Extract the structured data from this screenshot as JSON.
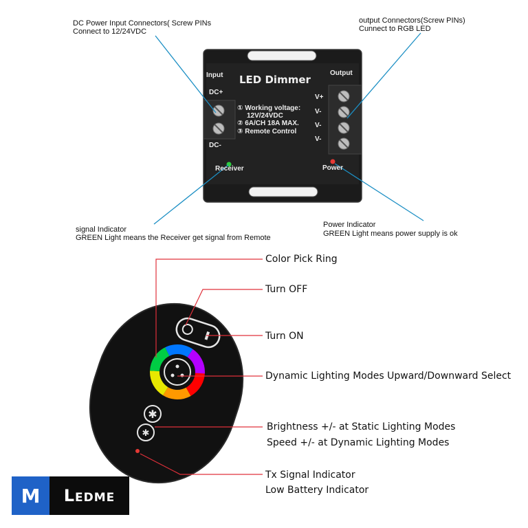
{
  "controller": {
    "title": "LED Dimmer",
    "input_label": "Input",
    "output_label": "Output",
    "dc_plus": "DC+",
    "dc_minus": "DC-",
    "specs": [
      "① Working voltage:",
      "12V/24VDC",
      "② 6A/CH  18A MAX.",
      "③ Remote Control"
    ],
    "pins": [
      "V+",
      "V-",
      "V-",
      "V-"
    ],
    "receiver_label": "Receiver",
    "power_label": "Power"
  },
  "callouts": {
    "dc_input_line1": "DC Power Input Connectors( Screw PINs",
    "dc_input_line2": "Connect to 12/24VDC",
    "output_line1": "output Connectors(Screw PINs)",
    "output_line2": "Cunnect to RGB LED",
    "signal_line1": "signal Indicator",
    "signal_line2": "GREEN Light means the Receiver get signal from Remote",
    "power_line1": "Power Indicator",
    "power_line2": "GREEN Light means power supply is ok"
  },
  "remote_labels": {
    "color_ring": "Color Pick Ring",
    "turn_off": "Turn  OFF",
    "turn_on": "Turn  ON",
    "dynamic_modes": "Dynamic Lighting Modes Upward/Downward Select",
    "brightness": "Brightness +/-   at Static Lighting Modes",
    "speed": "Speed          +/-   at Dynamic Lighting Modes",
    "tx_signal": "Tx Signal Indicator",
    "low_battery": "Low Battery Indicator"
  },
  "brand": {
    "mark": "M",
    "name": "Ledme"
  },
  "colors": {
    "device": "#1b1b1b",
    "callout_line": "#1c8fc4",
    "remote_line": "#e0303a",
    "brand_blue": "#1f62c7"
  }
}
